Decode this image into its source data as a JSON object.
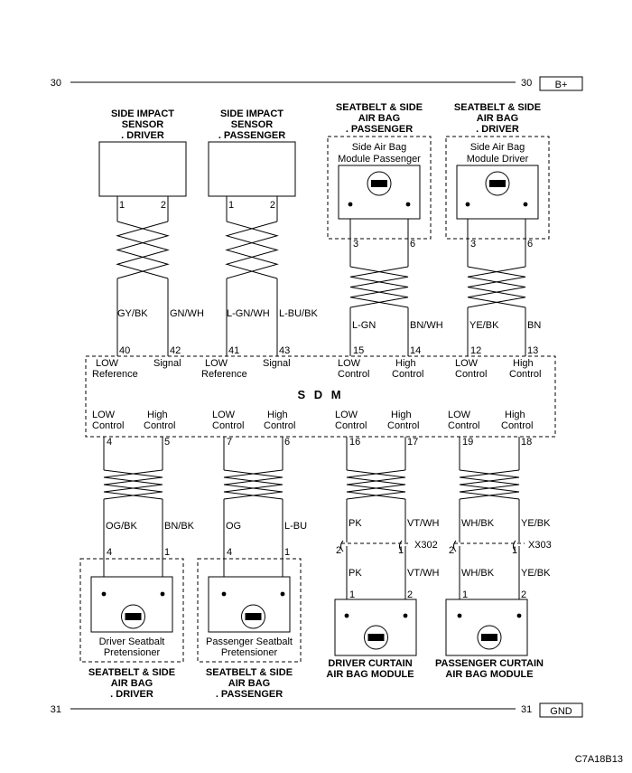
{
  "rails": {
    "top_left_num": "30",
    "top_right_num": "30",
    "top_label": "B+",
    "bottom_left_num": "31",
    "bottom_right_num": "31",
    "bottom_label": "GND"
  },
  "sdm_label": "S D M",
  "figure_id": "C7A18B13",
  "top_components": [
    {
      "title": [
        "SIDE IMPACT",
        "SENSOR",
        ". DRIVER"
      ],
      "pins": [
        "1",
        "2"
      ],
      "wires": [
        "GY/BK",
        "GN/WH"
      ],
      "terms": [
        "40",
        "42"
      ],
      "term_labels": [
        [
          "LOW",
          "Reference"
        ],
        [
          "Signal"
        ]
      ]
    },
    {
      "title": [
        "SIDE IMPACT",
        "SENSOR",
        ". PASSENGER"
      ],
      "pins": [
        "1",
        "2"
      ],
      "wires": [
        "L-GN/WH",
        "L-BU/BK"
      ],
      "terms": [
        "41",
        "43"
      ],
      "term_labels": [
        [
          "LOW",
          "Reference"
        ],
        [
          "Signal"
        ]
      ]
    },
    {
      "title": [
        "SEATBELT & SIDE",
        "AIR BAG",
        ". PASSENGER"
      ],
      "module": [
        "Side Air Bag",
        "Module Passenger"
      ],
      "pins": [
        "3",
        "6"
      ],
      "wires": [
        "L-GN",
        "BN/WH"
      ],
      "terms": [
        "15",
        "14"
      ],
      "term_labels": [
        [
          "LOW",
          "Control"
        ],
        [
          "High",
          "Control"
        ]
      ]
    },
    {
      "title": [
        "SEATBELT & SIDE",
        "AIR BAG",
        ". DRIVER"
      ],
      "module": [
        "Side Air Bag",
        "Module Driver"
      ],
      "pins": [
        "3",
        "6"
      ],
      "wires": [
        "YE/BK",
        "BN"
      ],
      "terms": [
        "12",
        "13"
      ],
      "term_labels": [
        [
          "LOW",
          "Control"
        ],
        [
          "High",
          "Control"
        ]
      ]
    }
  ],
  "bottom_components": [
    {
      "title": [
        "SEATBELT & SIDE",
        "AIR BAG",
        ". DRIVER"
      ],
      "module": [
        "Driver Seatbalt",
        "Pretensioner"
      ],
      "pins": [
        "4",
        "1"
      ],
      "wires": [
        "OG/BK",
        "BN/BK"
      ],
      "terms": [
        "4",
        "5"
      ],
      "term_labels": [
        [
          "LOW",
          "Control"
        ],
        [
          "High",
          "Control"
        ]
      ]
    },
    {
      "title": [
        "SEATBELT & SIDE",
        "AIR BAG",
        ". PASSENGER"
      ],
      "module": [
        "Passenger Seatbalt",
        "Pretensioner"
      ],
      "pins": [
        "4",
        "1"
      ],
      "wires": [
        "OG",
        "L-BU"
      ],
      "terms": [
        "7",
        "6"
      ],
      "term_labels": [
        [
          "LOW",
          "Control"
        ],
        [
          "High",
          "Control"
        ]
      ]
    },
    {
      "title": [
        "DRIVER CURTAIN",
        "AIR BAG MODULE"
      ],
      "connector": "X302",
      "conn_pins": [
        "2",
        "1"
      ],
      "pins": [
        "1",
        "2"
      ],
      "wires": [
        "PK",
        "VT/WH"
      ],
      "wires_lower": [
        "PK",
        "VT/WH"
      ],
      "terms": [
        "16",
        "17"
      ],
      "term_labels": [
        [
          "LOW",
          "Control"
        ],
        [
          "High",
          "Control"
        ]
      ]
    },
    {
      "title": [
        "PASSENGER CURTAIN",
        "AIR BAG MODULE"
      ],
      "connector": "X303",
      "conn_pins": [
        "2",
        "1"
      ],
      "pins": [
        "1",
        "2"
      ],
      "wires": [
        "WH/BK",
        "YE/BK"
      ],
      "wires_lower": [
        "WH/BK",
        "YE/BK"
      ],
      "terms": [
        "19",
        "18"
      ],
      "term_labels": [
        [
          "LOW",
          "Control"
        ],
        [
          "High",
          "Control"
        ]
      ]
    }
  ]
}
